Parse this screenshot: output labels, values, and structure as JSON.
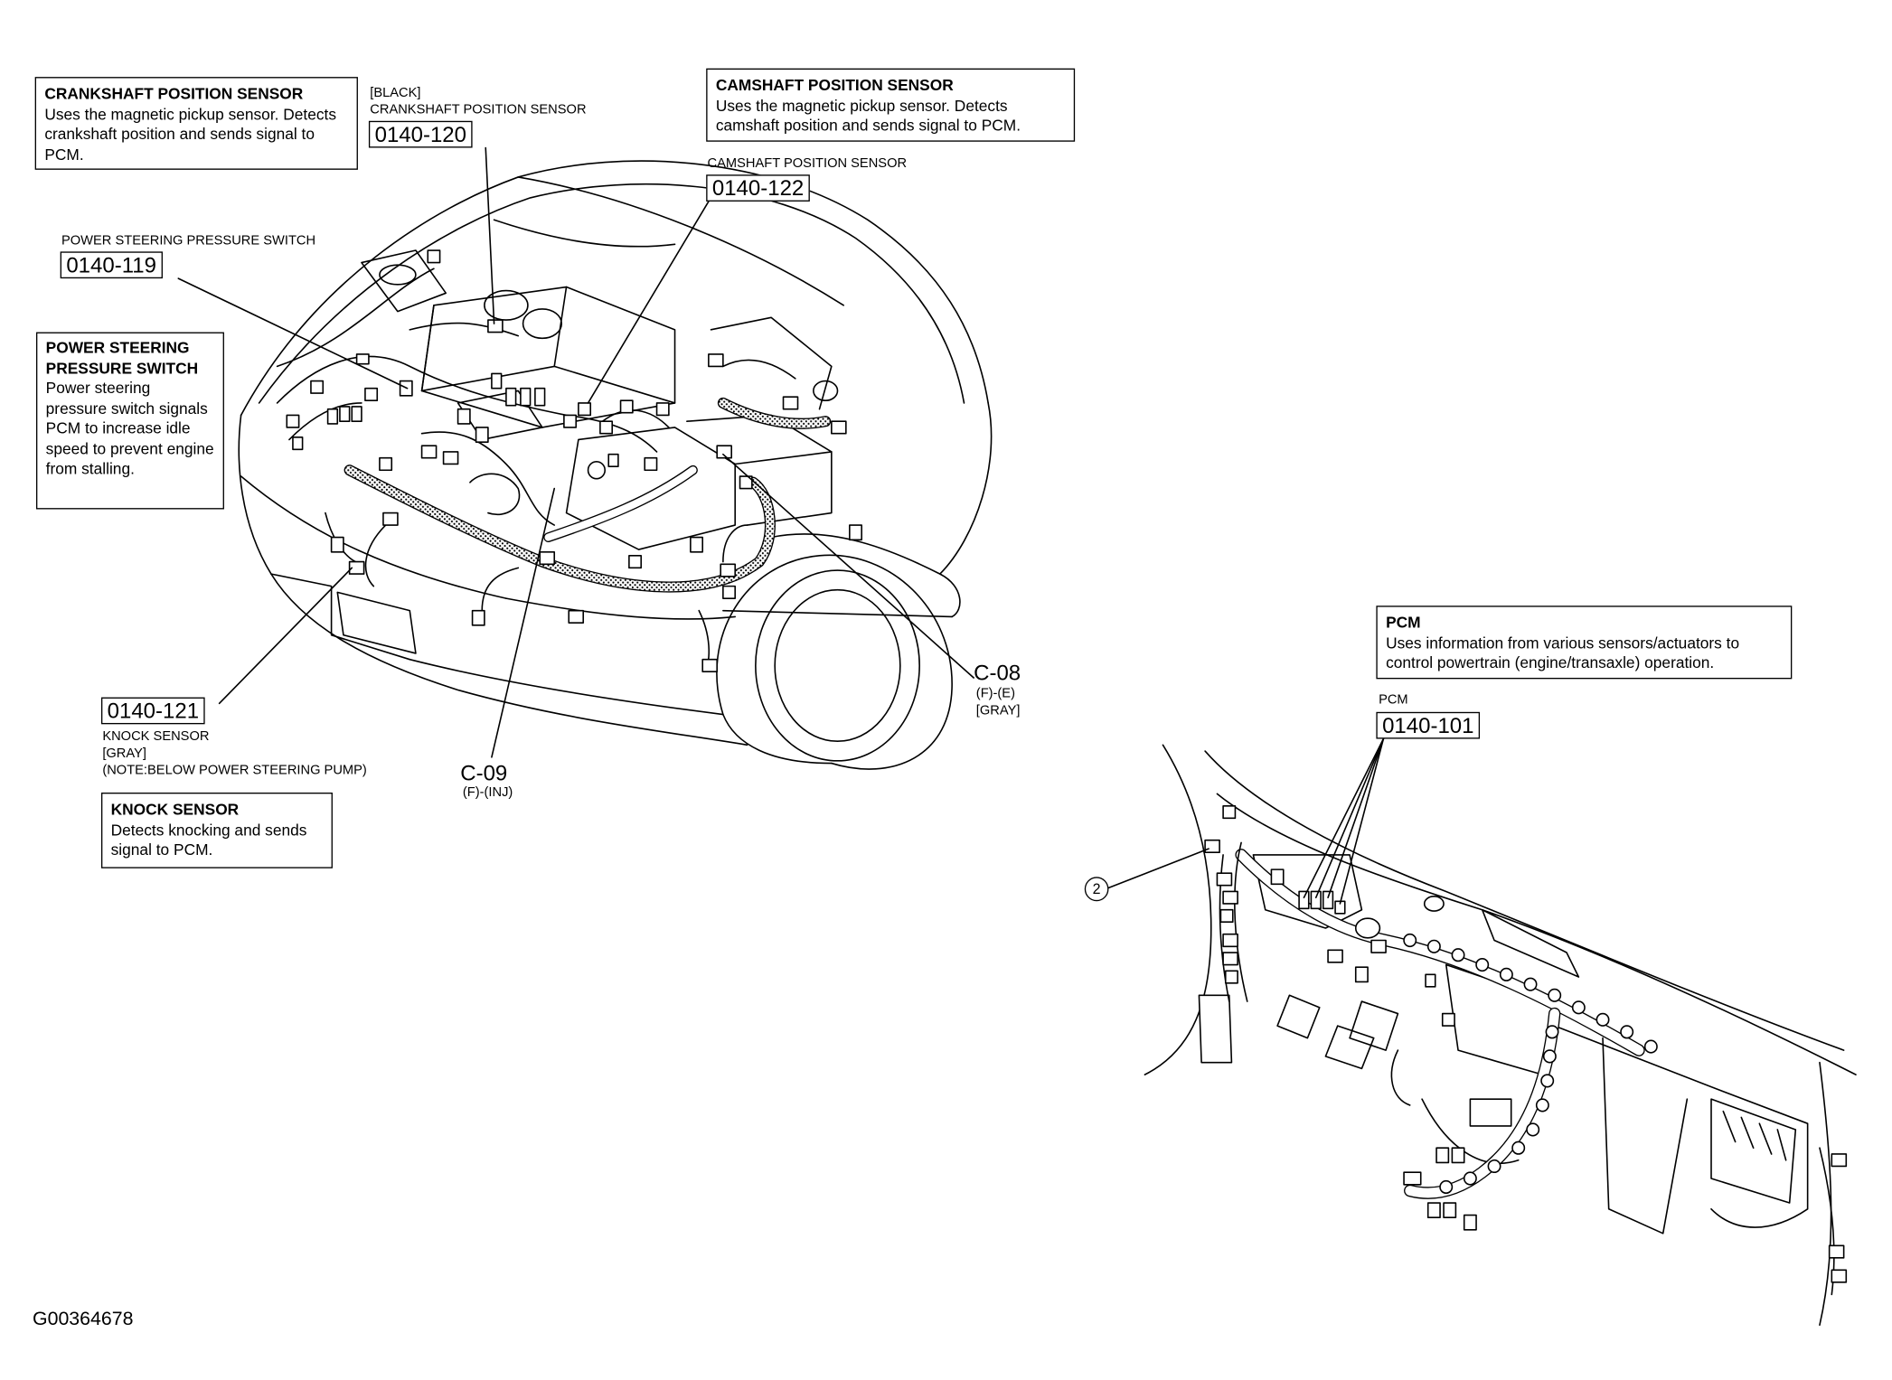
{
  "crank_box": {
    "title": "CRANKSHAFT POSITION SENSOR",
    "text": "Uses the magnetic pickup sensor. Detects crankshaft position and sends signal to PCM."
  },
  "crank_label": {
    "color": "[BLACK]",
    "name": "CRANKSHAFT POSITION SENSOR",
    "code": "0140-120"
  },
  "cam_box": {
    "title": "CAMSHAFT POSITION SENSOR",
    "text": "Uses the magnetic pickup sensor. Detects camshaft position and sends signal to PCM."
  },
  "cam_label": {
    "name": "CAMSHAFT POSITION SENSOR",
    "code": "0140-122"
  },
  "ps_label": {
    "name": "POWER STEERING PRESSURE SWITCH",
    "code": "0140-119"
  },
  "ps_box": {
    "title": "POWER STEERING PRESSURE SWITCH",
    "text": "Power steering pressure switch signals PCM to increase idle speed to prevent engine from stalling."
  },
  "knock_label": {
    "code": "0140-121",
    "name": "KNOCK SENSOR",
    "color": "[GRAY]",
    "note": "(NOTE:BELOW POWER STEERING PUMP)"
  },
  "knock_box": {
    "title": "KNOCK SENSOR",
    "text": "Detects knocking and sends signal to PCM."
  },
  "c08": {
    "id": "C-08",
    "sub": "(F)-(E)",
    "color": "[GRAY]"
  },
  "c09": {
    "id": "C-09",
    "sub": "(F)-(INJ)"
  },
  "pcm_box": {
    "title": "PCM",
    "text": "Uses information from various sensors/actuators to control powertrain (engine/transaxle) operation."
  },
  "pcm_label": {
    "name": "PCM",
    "code": "0140-101"
  },
  "callout_2": "2",
  "figure_id": "G00364678"
}
